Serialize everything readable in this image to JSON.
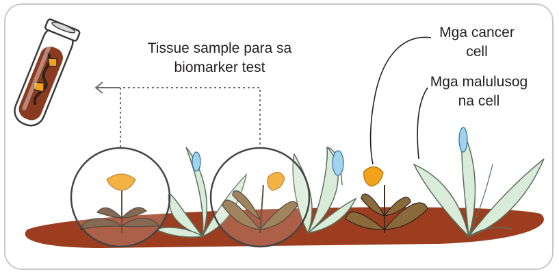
{
  "labels": {
    "tissue_sample": [
      "Tissue sample para sa",
      "biomarker test"
    ],
    "cancer_cells": [
      "Mga cancer",
      "cell"
    ],
    "healthy_cells": [
      "Mga malulusog",
      "na cell"
    ]
  },
  "colors": {
    "soil": "#9c3d20",
    "healthy_leaf": "#d8ecd9",
    "healthy_leaf_stroke": "#5a6f5a",
    "diseased_leaf": "#6b4a2e",
    "flower": "#f2a21b",
    "bud": "#9fd3ee",
    "tube_fill": "#8a3a1f"
  }
}
